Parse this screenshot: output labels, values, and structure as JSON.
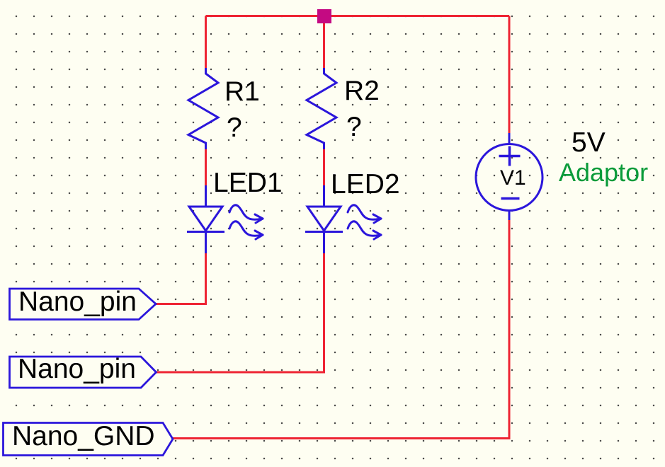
{
  "schematic": {
    "components": {
      "r1": {
        "designator": "R1",
        "value": "?"
      },
      "r2": {
        "designator": "R2",
        "value": "?"
      },
      "led1": {
        "designator": "LED1"
      },
      "led2": {
        "designator": "LED2"
      },
      "v1": {
        "designator": "V1",
        "value": "5V",
        "note": "Adaptor"
      }
    },
    "net_labels": [
      {
        "label": "Nano_pin"
      },
      {
        "label": "Nano_pin"
      },
      {
        "label": "Nano_GND"
      }
    ],
    "icons": {
      "led_emission": "wavy-arrows",
      "source_polarity_plus": "+",
      "source_polarity_minus": "-",
      "junction": "filled-square"
    },
    "colors": {
      "background": "#FEFEF2",
      "wire": "#EE2433",
      "component": "#2B16DB",
      "junction": "#C40A82",
      "text": "#000000",
      "note_green": "#0A9B3A",
      "grid_dot": "#3F3F3F"
    }
  }
}
